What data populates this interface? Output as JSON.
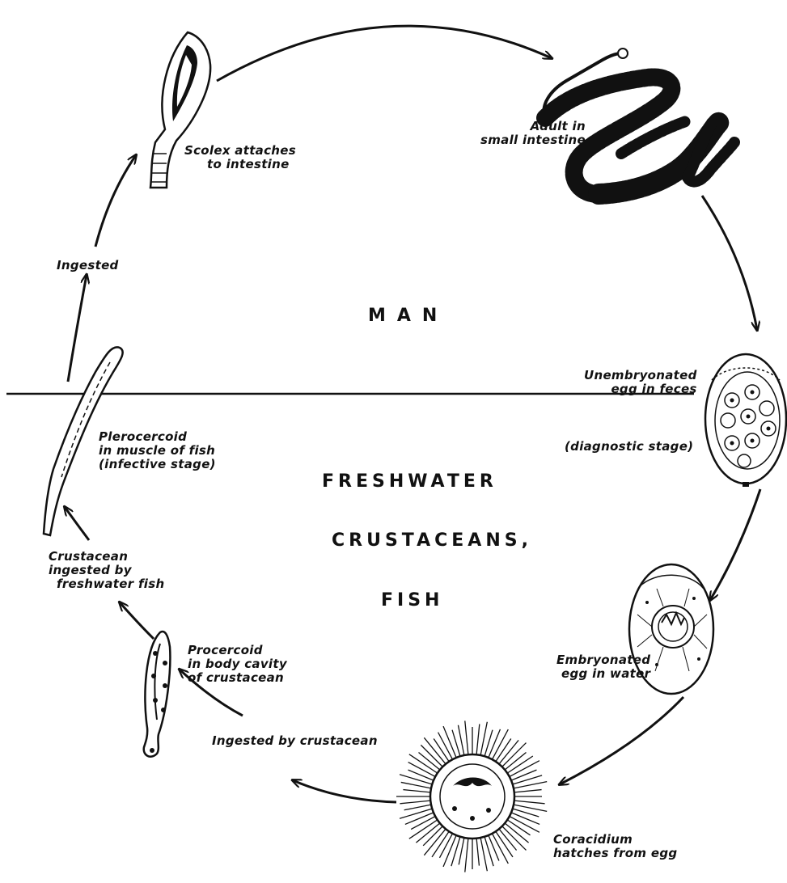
{
  "zones": {
    "upper": "MAN",
    "lower_line1": "FRESHWATER",
    "lower_line2": "CRUSTACEANS,",
    "lower_line3": "FISH"
  },
  "stages": {
    "scolex": {
      "line1": "Scolex attaches",
      "line2": "to intestine"
    },
    "adult": {
      "line1": "Adult in",
      "line2": "small intestine"
    },
    "unembryonated": {
      "line1": "Unembryonated",
      "line2": "egg in feces",
      "line3": "(diagnostic stage)"
    },
    "embryonated": {
      "line1": "Embryonated",
      "line2": "egg in water"
    },
    "coracidium": {
      "line1": "Coracidium",
      "line2": "hatches from egg"
    },
    "ingested_crustacean": {
      "line1": "Ingested by crustacean"
    },
    "procercoid": {
      "line1": "Procercoid",
      "line2": "in body cavity",
      "line3": "of crustacean"
    },
    "crustacean_fish": {
      "line1": "Crustacean",
      "line2": "ingested by",
      "line3": "freshwater fish"
    },
    "plerocercoid": {
      "line1": "Plerocercoid",
      "line2": "in muscle of fish",
      "line3": "(infective stage)"
    },
    "ingested": {
      "line1": "Ingested"
    }
  },
  "colors": {
    "ink": "#111111",
    "paper": "#ffffff"
  }
}
